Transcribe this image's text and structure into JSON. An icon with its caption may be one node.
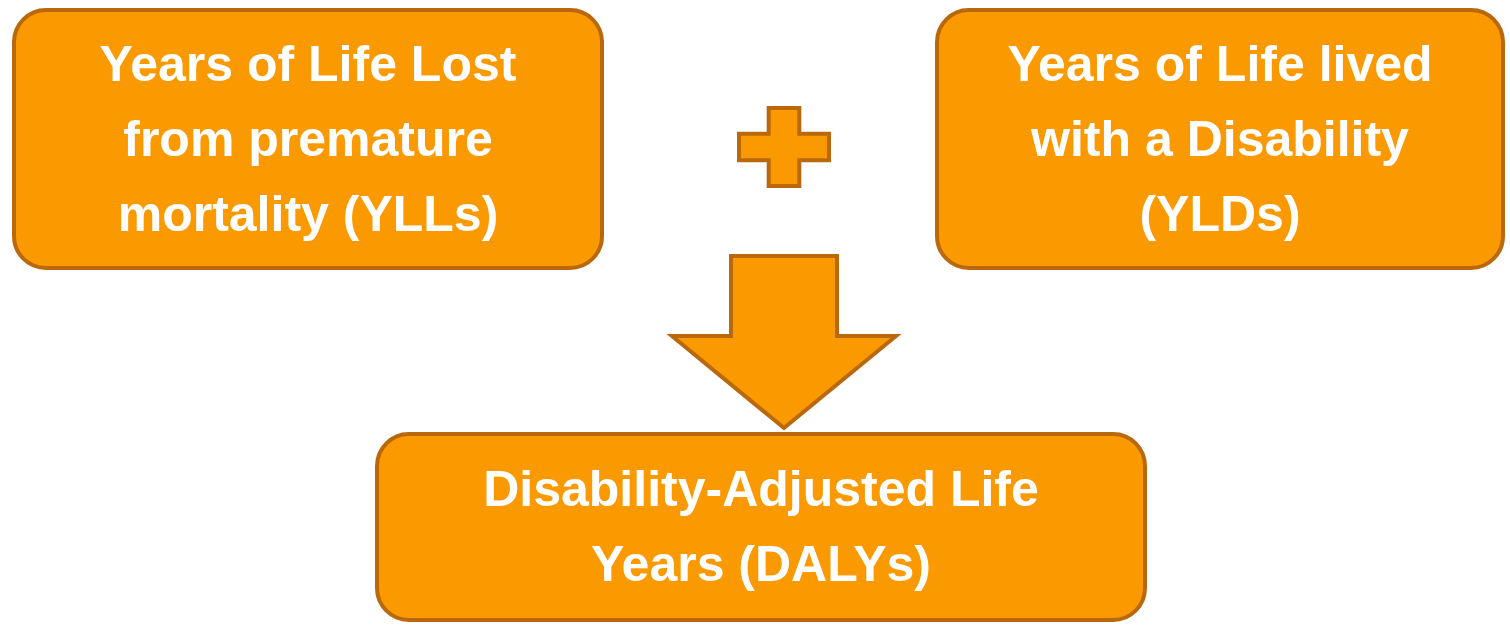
{
  "diagram": {
    "nodes": [
      {
        "text": [
          "Years of Life Lost from premature mortality (YLLs)"
        ]
      },
      {
        "text": [],
        "shape": "plus"
      },
      {
        "text": [
          "Years of Life lived with a Disability (YLDs)"
        ]
      },
      {
        "text": [
          "Disability-Adjusted Life Years (DALYs)"
        ]
      }
    ],
    "edges": [
      {
        "from": 1,
        "to": 3,
        "arrow": "to",
        "style": "thick"
      }
    ]
  }
}
